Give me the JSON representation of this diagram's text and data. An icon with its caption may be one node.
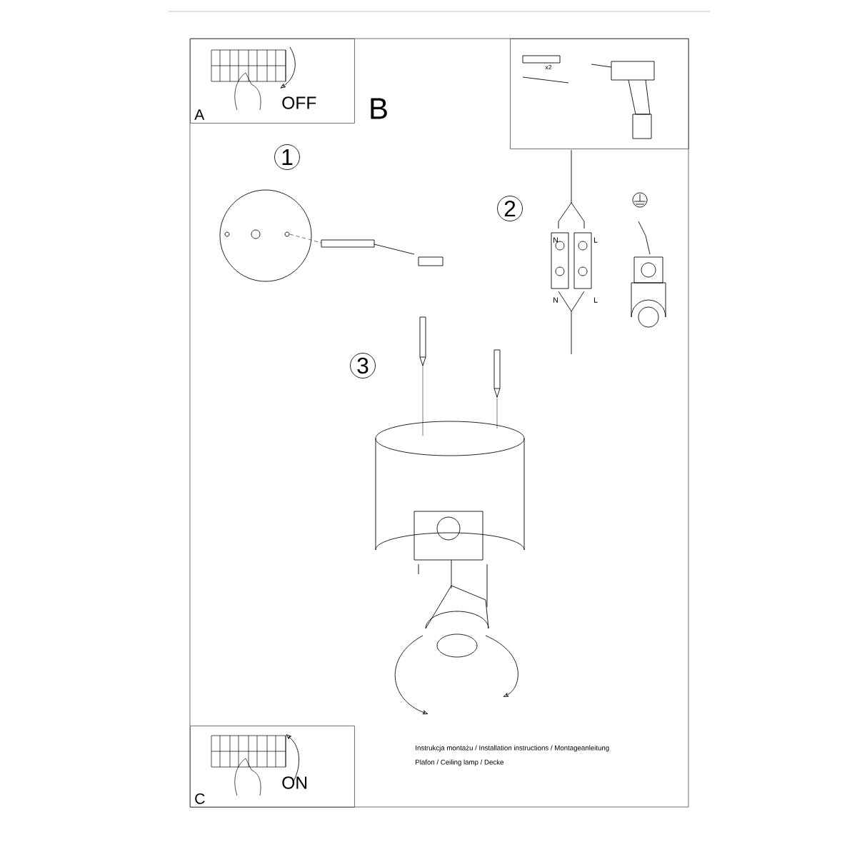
{
  "diagram": {
    "nodes": [
      {
        "text": [
          "OFF",
          "A"
        ]
      },
      {
        "text": [
          "x2"
        ]
      },
      {
        "text": [
          "1"
        ]
      },
      {
        "text": [
          "2"
        ]
      },
      {
        "text": [
          "3"
        ]
      },
      {
        "text": [
          "ON",
          "C"
        ]
      }
    ],
    "labels": [
      "B",
      "N",
      "L",
      "N",
      "L",
      "Instrukcja montażu / Installation instructions / Montageanleitung",
      "Plafon / Ceiling lamp / Decke"
    ]
  }
}
